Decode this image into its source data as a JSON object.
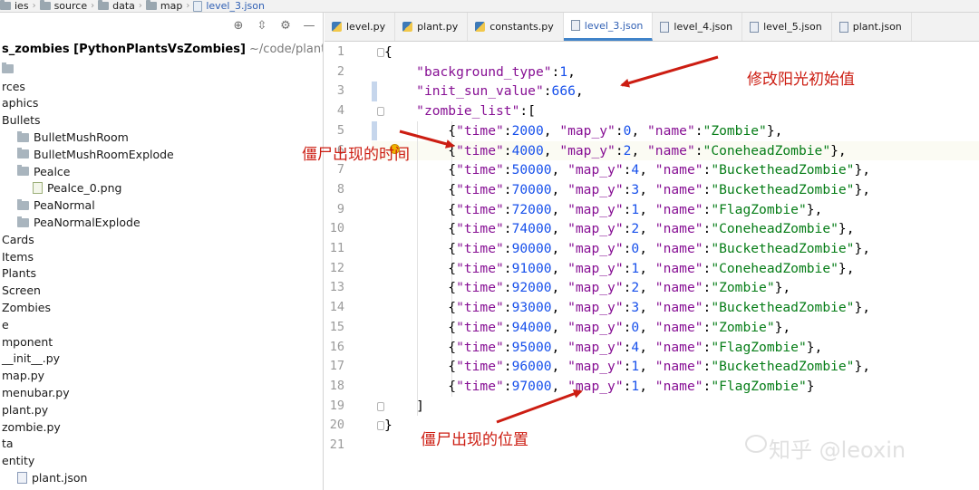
{
  "breadcrumb": [
    {
      "label": "ies",
      "icon": "folder-icon"
    },
    {
      "label": "source",
      "icon": "folder-icon"
    },
    {
      "label": "data",
      "icon": "folder-icon"
    },
    {
      "label": "map",
      "icon": "folder-icon"
    },
    {
      "label": "level_3.json",
      "icon": "json-file-icon"
    }
  ],
  "project": {
    "title_bold": "s_zombies [PythonPlantsVsZombies]",
    "title_path": " ~/code/plants_vs_zc",
    "tree": [
      {
        "label": "",
        "indent": 0,
        "icon": "folder"
      },
      {
        "label": "rces",
        "indent": 0,
        "icon": "none"
      },
      {
        "label": "aphics",
        "indent": 0,
        "icon": "none"
      },
      {
        "label": "Bullets",
        "indent": 0,
        "icon": "none"
      },
      {
        "label": "BulletMushRoom",
        "indent": 1,
        "icon": "folder"
      },
      {
        "label": "BulletMushRoomExplode",
        "indent": 1,
        "icon": "folder"
      },
      {
        "label": "Pealce",
        "indent": 1,
        "icon": "folder"
      },
      {
        "label": "Pealce_0.png",
        "indent": 2,
        "icon": "file"
      },
      {
        "label": "PeaNormal",
        "indent": 1,
        "icon": "folder"
      },
      {
        "label": "PeaNormalExplode",
        "indent": 1,
        "icon": "folder"
      },
      {
        "label": "Cards",
        "indent": 0,
        "icon": "none"
      },
      {
        "label": "Items",
        "indent": 0,
        "icon": "none"
      },
      {
        "label": "Plants",
        "indent": 0,
        "icon": "none"
      },
      {
        "label": "Screen",
        "indent": 0,
        "icon": "none"
      },
      {
        "label": "Zombies",
        "indent": 0,
        "icon": "none"
      },
      {
        "label": "e",
        "indent": 0,
        "icon": "none"
      },
      {
        "label": "mponent",
        "indent": 0,
        "icon": "none"
      },
      {
        "label": "__init__.py",
        "indent": 0,
        "icon": "none"
      },
      {
        "label": "map.py",
        "indent": 0,
        "icon": "none"
      },
      {
        "label": "menubar.py",
        "indent": 0,
        "icon": "none"
      },
      {
        "label": "plant.py",
        "indent": 0,
        "icon": "none"
      },
      {
        "label": "zombie.py",
        "indent": 0,
        "icon": "none"
      },
      {
        "label": "ta",
        "indent": 0,
        "icon": "none"
      },
      {
        "label": "entity",
        "indent": 0,
        "icon": "none"
      },
      {
        "label": "plant.json",
        "indent": 1,
        "icon": "json"
      }
    ]
  },
  "tabs": [
    {
      "label": "level.py",
      "icon": "python-file-icon",
      "active": false
    },
    {
      "label": "plant.py",
      "icon": "python-file-icon",
      "active": false
    },
    {
      "label": "constants.py",
      "icon": "python-file-icon",
      "active": false
    },
    {
      "label": "level_3.json",
      "icon": "json-file-icon",
      "active": true
    },
    {
      "label": "level_4.json",
      "icon": "json-file-icon",
      "active": false
    },
    {
      "label": "level_5.json",
      "icon": "json-file-icon",
      "active": false
    },
    {
      "label": "plant.json",
      "icon": "json-file-icon",
      "active": false
    }
  ],
  "code": {
    "line_numbers": [
      "1",
      "2",
      "3",
      "4",
      "5",
      "6",
      "7",
      "8",
      "9",
      "10",
      "11",
      "12",
      "13",
      "14",
      "15",
      "16",
      "17",
      "18",
      "19",
      "20",
      "21"
    ],
    "lines": [
      [
        [
          "p",
          "{"
        ]
      ],
      [
        [
          "p",
          "    "
        ],
        [
          "k",
          "\"background_type\""
        ],
        [
          "p",
          ":"
        ],
        [
          "n",
          "1"
        ],
        [
          "p",
          ","
        ]
      ],
      [
        [
          "p",
          "    "
        ],
        [
          "k",
          "\"init_sun_value\""
        ],
        [
          "p",
          ":"
        ],
        [
          "n",
          "666"
        ],
        [
          "p",
          ","
        ]
      ],
      [
        [
          "p",
          "    "
        ],
        [
          "k",
          "\"zombie_list\""
        ],
        [
          "p",
          ":["
        ]
      ],
      [
        [
          "p",
          "        {"
        ],
        [
          "k",
          "\"time\""
        ],
        [
          "p",
          ":"
        ],
        [
          "n",
          "2000"
        ],
        [
          "p",
          ", "
        ],
        [
          "k",
          "\"map_y\""
        ],
        [
          "p",
          ":"
        ],
        [
          "n",
          "0"
        ],
        [
          "p",
          ", "
        ],
        [
          "k",
          "\"name\""
        ],
        [
          "p",
          ":"
        ],
        [
          "s",
          "\"Zombie\""
        ],
        [
          "p",
          "},"
        ]
      ],
      [
        [
          "p",
          "        {"
        ],
        [
          "k",
          "\"time\""
        ],
        [
          "p",
          ":"
        ],
        [
          "n",
          "4000"
        ],
        [
          "p",
          ", "
        ],
        [
          "k",
          "\"map_y\""
        ],
        [
          "p",
          ":"
        ],
        [
          "n",
          "2"
        ],
        [
          "p",
          ", "
        ],
        [
          "k",
          "\"name\""
        ],
        [
          "p",
          ":"
        ],
        [
          "s",
          "\"ConeheadZombie\""
        ],
        [
          "p",
          "},"
        ]
      ],
      [
        [
          "p",
          "        {"
        ],
        [
          "k",
          "\"time\""
        ],
        [
          "p",
          ":"
        ],
        [
          "n",
          "50000"
        ],
        [
          "p",
          ", "
        ],
        [
          "k",
          "\"map_y\""
        ],
        [
          "p",
          ":"
        ],
        [
          "n",
          "4"
        ],
        [
          "p",
          ", "
        ],
        [
          "k",
          "\"name\""
        ],
        [
          "p",
          ":"
        ],
        [
          "s",
          "\"BucketheadZombie\""
        ],
        [
          "p",
          "},"
        ]
      ],
      [
        [
          "p",
          "        {"
        ],
        [
          "k",
          "\"time\""
        ],
        [
          "p",
          ":"
        ],
        [
          "n",
          "70000"
        ],
        [
          "p",
          ", "
        ],
        [
          "k",
          "\"map_y\""
        ],
        [
          "p",
          ":"
        ],
        [
          "n",
          "3"
        ],
        [
          "p",
          ", "
        ],
        [
          "k",
          "\"name\""
        ],
        [
          "p",
          ":"
        ],
        [
          "s",
          "\"BucketheadZombie\""
        ],
        [
          "p",
          "},"
        ]
      ],
      [
        [
          "p",
          "        {"
        ],
        [
          "k",
          "\"time\""
        ],
        [
          "p",
          ":"
        ],
        [
          "n",
          "72000"
        ],
        [
          "p",
          ", "
        ],
        [
          "k",
          "\"map_y\""
        ],
        [
          "p",
          ":"
        ],
        [
          "n",
          "1"
        ],
        [
          "p",
          ", "
        ],
        [
          "k",
          "\"name\""
        ],
        [
          "p",
          ":"
        ],
        [
          "s",
          "\"FlagZombie\""
        ],
        [
          "p",
          "},"
        ]
      ],
      [
        [
          "p",
          "        {"
        ],
        [
          "k",
          "\"time\""
        ],
        [
          "p",
          ":"
        ],
        [
          "n",
          "74000"
        ],
        [
          "p",
          ", "
        ],
        [
          "k",
          "\"map_y\""
        ],
        [
          "p",
          ":"
        ],
        [
          "n",
          "2"
        ],
        [
          "p",
          ", "
        ],
        [
          "k",
          "\"name\""
        ],
        [
          "p",
          ":"
        ],
        [
          "s",
          "\"ConeheadZombie\""
        ],
        [
          "p",
          "},"
        ]
      ],
      [
        [
          "p",
          "        {"
        ],
        [
          "k",
          "\"time\""
        ],
        [
          "p",
          ":"
        ],
        [
          "n",
          "90000"
        ],
        [
          "p",
          ", "
        ],
        [
          "k",
          "\"map_y\""
        ],
        [
          "p",
          ":"
        ],
        [
          "n",
          "0"
        ],
        [
          "p",
          ", "
        ],
        [
          "k",
          "\"name\""
        ],
        [
          "p",
          ":"
        ],
        [
          "s",
          "\"BucketheadZombie\""
        ],
        [
          "p",
          "},"
        ]
      ],
      [
        [
          "p",
          "        {"
        ],
        [
          "k",
          "\"time\""
        ],
        [
          "p",
          ":"
        ],
        [
          "n",
          "91000"
        ],
        [
          "p",
          ", "
        ],
        [
          "k",
          "\"map_y\""
        ],
        [
          "p",
          ":"
        ],
        [
          "n",
          "1"
        ],
        [
          "p",
          ", "
        ],
        [
          "k",
          "\"name\""
        ],
        [
          "p",
          ":"
        ],
        [
          "s",
          "\"ConeheadZombie\""
        ],
        [
          "p",
          "},"
        ]
      ],
      [
        [
          "p",
          "        {"
        ],
        [
          "k",
          "\"time\""
        ],
        [
          "p",
          ":"
        ],
        [
          "n",
          "92000"
        ],
        [
          "p",
          ", "
        ],
        [
          "k",
          "\"map_y\""
        ],
        [
          "p",
          ":"
        ],
        [
          "n",
          "2"
        ],
        [
          "p",
          ", "
        ],
        [
          "k",
          "\"name\""
        ],
        [
          "p",
          ":"
        ],
        [
          "s",
          "\"Zombie\""
        ],
        [
          "p",
          "},"
        ]
      ],
      [
        [
          "p",
          "        {"
        ],
        [
          "k",
          "\"time\""
        ],
        [
          "p",
          ":"
        ],
        [
          "n",
          "93000"
        ],
        [
          "p",
          ", "
        ],
        [
          "k",
          "\"map_y\""
        ],
        [
          "p",
          ":"
        ],
        [
          "n",
          "3"
        ],
        [
          "p",
          ", "
        ],
        [
          "k",
          "\"name\""
        ],
        [
          "p",
          ":"
        ],
        [
          "s",
          "\"BucketheadZombie\""
        ],
        [
          "p",
          "},"
        ]
      ],
      [
        [
          "p",
          "        {"
        ],
        [
          "k",
          "\"time\""
        ],
        [
          "p",
          ":"
        ],
        [
          "n",
          "94000"
        ],
        [
          "p",
          ", "
        ],
        [
          "k",
          "\"map_y\""
        ],
        [
          "p",
          ":"
        ],
        [
          "n",
          "0"
        ],
        [
          "p",
          ", "
        ],
        [
          "k",
          "\"name\""
        ],
        [
          "p",
          ":"
        ],
        [
          "s",
          "\"Zombie\""
        ],
        [
          "p",
          "},"
        ]
      ],
      [
        [
          "p",
          "        {"
        ],
        [
          "k",
          "\"time\""
        ],
        [
          "p",
          ":"
        ],
        [
          "n",
          "95000"
        ],
        [
          "p",
          ", "
        ],
        [
          "k",
          "\"map_y\""
        ],
        [
          "p",
          ":"
        ],
        [
          "n",
          "4"
        ],
        [
          "p",
          ", "
        ],
        [
          "k",
          "\"name\""
        ],
        [
          "p",
          ":"
        ],
        [
          "s",
          "\"FlagZombie\""
        ],
        [
          "p",
          "},"
        ]
      ],
      [
        [
          "p",
          "        {"
        ],
        [
          "k",
          "\"time\""
        ],
        [
          "p",
          ":"
        ],
        [
          "n",
          "96000"
        ],
        [
          "p",
          ", "
        ],
        [
          "k",
          "\"map_y\""
        ],
        [
          "p",
          ":"
        ],
        [
          "n",
          "1"
        ],
        [
          "p",
          ", "
        ],
        [
          "k",
          "\"name\""
        ],
        [
          "p",
          ":"
        ],
        [
          "s",
          "\"BucketheadZombie\""
        ],
        [
          "p",
          "},"
        ]
      ],
      [
        [
          "p",
          "        {"
        ],
        [
          "k",
          "\"time\""
        ],
        [
          "p",
          ":"
        ],
        [
          "n",
          "97000"
        ],
        [
          "p",
          ", "
        ],
        [
          "k",
          "\"map_y\""
        ],
        [
          "p",
          ":"
        ],
        [
          "n",
          "1"
        ],
        [
          "p",
          ", "
        ],
        [
          "k",
          "\"name\""
        ],
        [
          "p",
          ":"
        ],
        [
          "s",
          "\"FlagZombie\""
        ],
        [
          "p",
          "}"
        ]
      ],
      [
        [
          "p",
          "    ]"
        ]
      ],
      [
        [
          "p",
          "}"
        ]
      ],
      [
        [
          "p",
          ""
        ]
      ]
    ]
  },
  "annotations": {
    "sun_note": "修改阳光初始值",
    "time_note": "僵尸出现的时间",
    "position_note": "僵尸出现的位置",
    "color": "#cc1d12"
  },
  "watermark": "知乎 @leoxin",
  "colors": {
    "key": "#871094",
    "number": "#1750eb",
    "string": "#067d17",
    "active_tab_accent": "#4083c9"
  }
}
